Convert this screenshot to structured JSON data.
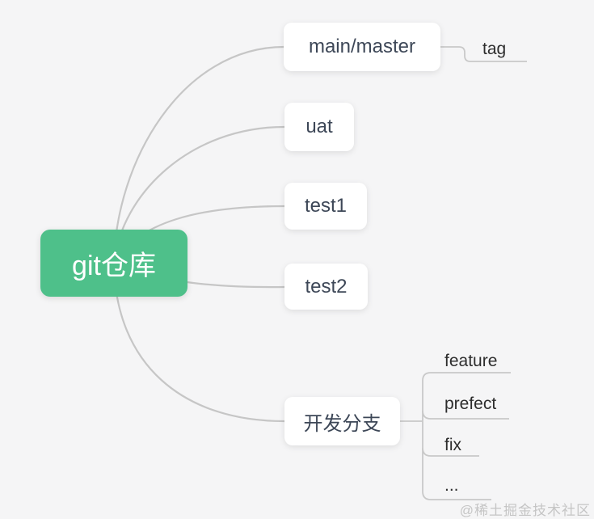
{
  "root": {
    "label": "git仓库"
  },
  "branches": [
    {
      "label": "main/master",
      "children": [
        {
          "label": "tag"
        }
      ]
    },
    {
      "label": "uat",
      "children": []
    },
    {
      "label": "test1",
      "children": []
    },
    {
      "label": "test2",
      "children": []
    },
    {
      "label": "开发分支",
      "children": [
        {
          "label": "feature"
        },
        {
          "label": "prefect"
        },
        {
          "label": "fix"
        },
        {
          "label": "..."
        }
      ]
    }
  ],
  "watermark": "@稀土掘金技术社区",
  "colors": {
    "background": "#f5f5f6",
    "root_bg": "#4ec08a",
    "root_text": "#ffffff",
    "node_bg": "#ffffff",
    "node_text": "#3d4757",
    "leaf_text": "#2d2d2d",
    "connector": "#c6c6c6",
    "elbow": "#c9c9c9",
    "watermark_text": "#c5c5c5"
  }
}
